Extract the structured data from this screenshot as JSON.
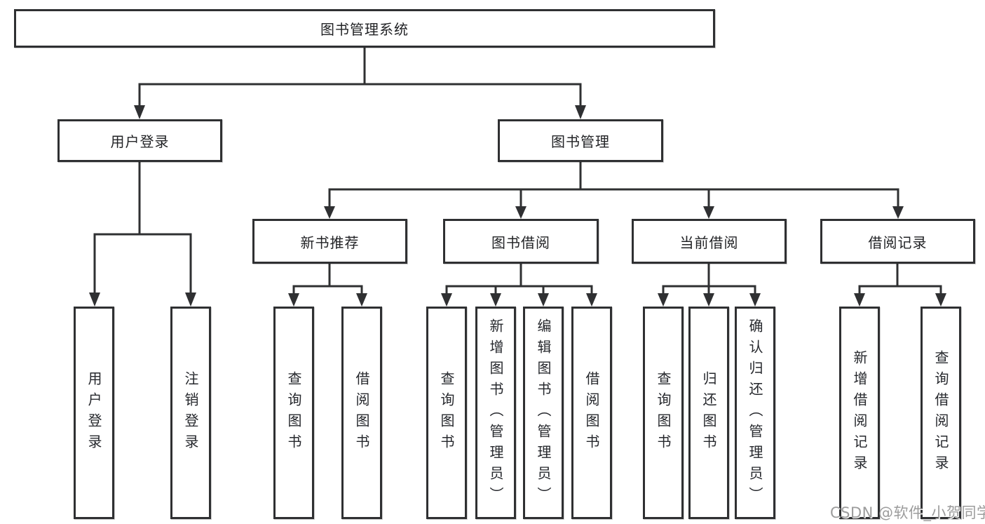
{
  "diagram": {
    "title": "图书管理系统",
    "branches": [
      {
        "label": "用户登录",
        "children": [
          {
            "label": "用户登录"
          },
          {
            "label": "注销登录"
          }
        ]
      },
      {
        "label": "图书管理",
        "children": [
          {
            "label": "新书推荐",
            "children": [
              {
                "label": "查询图书"
              },
              {
                "label": "借阅图书"
              }
            ]
          },
          {
            "label": "图书借阅",
            "children": [
              {
                "label": "查询图书"
              },
              {
                "label": "新增图书（管理员）"
              },
              {
                "label": "编辑图书（管理员）"
              },
              {
                "label": "借阅图书"
              }
            ]
          },
          {
            "label": "当前借阅",
            "children": [
              {
                "label": "查询图书"
              },
              {
                "label": "归还图书"
              },
              {
                "label": "确认归还（管理员）"
              }
            ]
          },
          {
            "label": "借阅记录",
            "children": [
              {
                "label": "新增借阅记录"
              },
              {
                "label": "查询借阅记录"
              }
            ]
          }
        ]
      }
    ]
  },
  "watermark": {
    "text": "CSDN @软件_小贺同学"
  },
  "colors": {
    "line": "#2f3032",
    "border": "#2f3032",
    "text": "#222326",
    "watermark": "#9c9c9c",
    "background": "#ffffff"
  }
}
